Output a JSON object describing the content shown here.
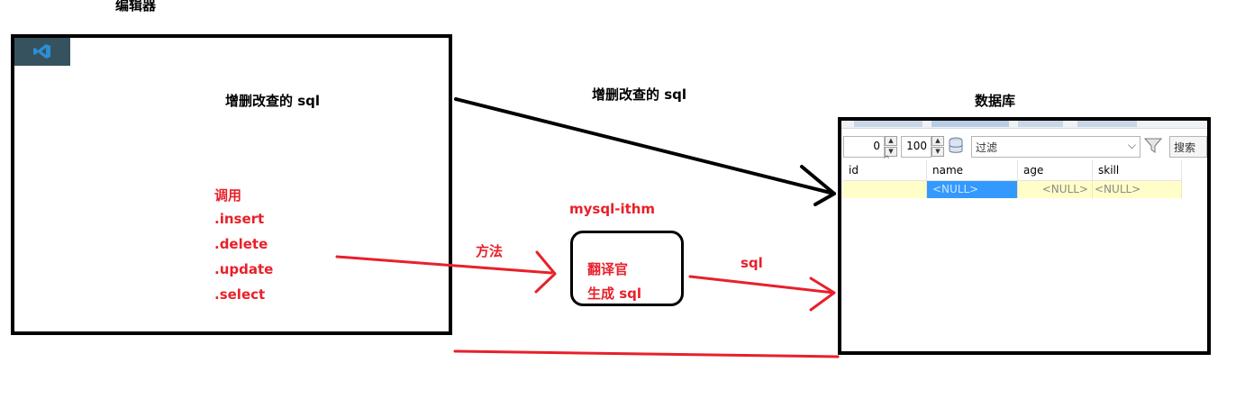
{
  "editor": {
    "title": "编辑器",
    "content": "增删改查的 sql"
  },
  "methods": {
    "heading": "调用",
    "items": [
      ".insert",
      ".delete",
      ".update",
      ".select"
    ]
  },
  "arrows": {
    "crud_label": "增删改查的 sql",
    "method_label": "方法",
    "sql_label": "sql"
  },
  "translator": {
    "name": "mysql-ithm",
    "line1": "翻译官",
    "line2": "生成 sql"
  },
  "database": {
    "title": "数据库",
    "offset": "0",
    "limit": "100",
    "filter_placeholder": "过滤",
    "search_label": "搜索",
    "columns": [
      "id",
      "name",
      "age",
      "skill"
    ],
    "rows": [
      [
        "",
        "<NULL>",
        "<NULL>",
        "<NULL>"
      ]
    ]
  },
  "colors": {
    "annotation_red": "#e8202a",
    "box_black": "#000000",
    "null_row": "#fffec8",
    "selected_cell": "#3399ff"
  }
}
